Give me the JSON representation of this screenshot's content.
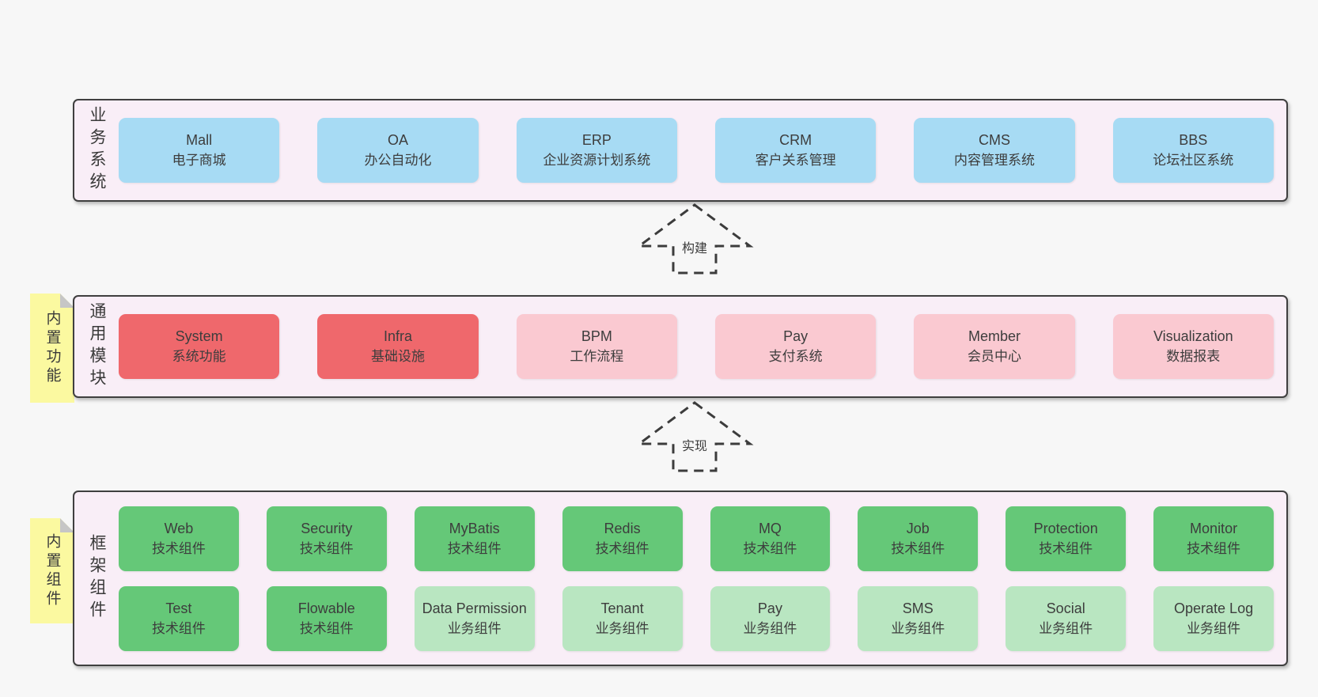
{
  "colors": {
    "page_bg": "#f7f7f7",
    "band_bg": "#f9eef7",
    "band_border": "#3f3f3f",
    "blue": "#a7dbf4",
    "red": "#ef686c",
    "pink": "#fac9d1",
    "green": "#65c878",
    "green_light": "#b9e6c1",
    "sticky_yellow": "#fbf9a0",
    "fold_gray": "#c6c6c6",
    "text": "#3d3d3d"
  },
  "bands": [
    {
      "label": "业务系统",
      "boxes": [
        {
          "title": "Mall",
          "subtitle": "电子商城"
        },
        {
          "title": "OA",
          "subtitle": "办公自动化"
        },
        {
          "title": "ERP",
          "subtitle": "企业资源计划系统"
        },
        {
          "title": "CRM",
          "subtitle": "客户关系管理"
        },
        {
          "title": "CMS",
          "subtitle": "内容管理系统"
        },
        {
          "title": "BBS",
          "subtitle": "论坛社区系统"
        }
      ]
    },
    {
      "label": "通用模块",
      "sticky": "内置功能",
      "boxes": [
        {
          "title": "System",
          "subtitle": "系统功能"
        },
        {
          "title": "Infra",
          "subtitle": "基础设施"
        },
        {
          "title": "BPM",
          "subtitle": "工作流程"
        },
        {
          "title": "Pay",
          "subtitle": "支付系统"
        },
        {
          "title": "Member",
          "subtitle": "会员中心"
        },
        {
          "title": "Visualization",
          "subtitle": "数据报表"
        }
      ]
    },
    {
      "label": "框架组件",
      "sticky": "内置组件",
      "rows": [
        [
          {
            "title": "Web",
            "subtitle": "技术组件"
          },
          {
            "title": "Security",
            "subtitle": "技术组件"
          },
          {
            "title": "MyBatis",
            "subtitle": "技术组件"
          },
          {
            "title": "Redis",
            "subtitle": "技术组件"
          },
          {
            "title": "MQ",
            "subtitle": "技术组件"
          },
          {
            "title": "Job",
            "subtitle": "技术组件"
          },
          {
            "title": "Protection",
            "subtitle": "技术组件"
          },
          {
            "title": "Monitor",
            "subtitle": "技术组件"
          }
        ],
        [
          {
            "title": "Test",
            "subtitle": "技术组件"
          },
          {
            "title": "Flowable",
            "subtitle": "技术组件"
          },
          {
            "title": "Data Permission",
            "subtitle": "业务组件"
          },
          {
            "title": "Tenant",
            "subtitle": "业务组件"
          },
          {
            "title": "Pay",
            "subtitle": "业务组件"
          },
          {
            "title": "SMS",
            "subtitle": "业务组件"
          },
          {
            "title": "Social",
            "subtitle": "业务组件"
          },
          {
            "title": "Operate Log",
            "subtitle": "业务组件"
          }
        ]
      ]
    }
  ],
  "arrows": [
    {
      "label": "构建"
    },
    {
      "label": "实现"
    }
  ]
}
